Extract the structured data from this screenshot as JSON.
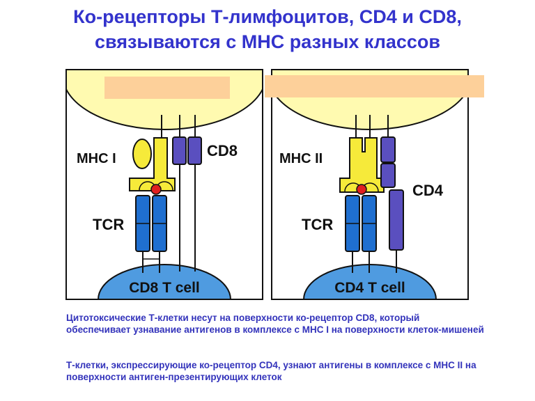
{
  "title_line1": "Ко-рецепторы Т-лимфоцитов, CD4 и CD8,",
  "title_line2": "связываются с МНС разных классов",
  "left_panel": {
    "mhc_label": "MHC I",
    "tcr_label": "TCR",
    "coreceptor_label": "CD8",
    "cell_label": "CD8 T cell"
  },
  "right_panel": {
    "mhc_label": "MHC II",
    "tcr_label": "TCR",
    "coreceptor_label": "CD4",
    "cell_label": "CD4 T cell"
  },
  "caption1": "Цитотоксические Т-клетки несут на поверхности ко-рецептор CD8, который обеспечивает узнавание антигенов в комплексе с МНС I на поверхности клеток-мишеней",
  "caption2": "Т-клетки, экспрессирующие ко-рецептор CD4, узнают антигены в комплексе с МНС II на поверхности антиген-презентирующих клеток",
  "colors": {
    "title": "#3333cc",
    "target_cell": "#fffab0",
    "t_cell": "#4f9be0",
    "mhc": "#f6ea3a",
    "tcr": "#1f6fd0",
    "coreceptor": "#5a4fbf",
    "peptide": "#e02020",
    "label_bar": "#fdd09a"
  }
}
